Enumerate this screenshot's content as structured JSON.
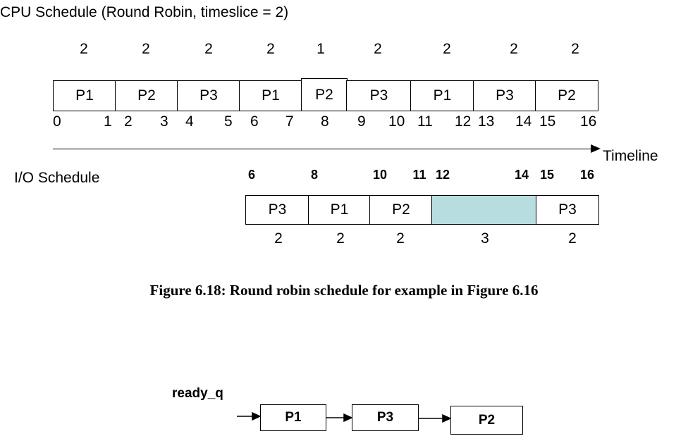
{
  "cpu": {
    "title": "CPU Schedule (Round Robin, timeslice = 2)",
    "durations": [
      "2",
      "2",
      "2",
      "2",
      "1",
      "2",
      "2",
      "2",
      "2"
    ],
    "slots": [
      "P1",
      "P2",
      "P3",
      "P1",
      "P2",
      "P3",
      "P1",
      "P3",
      "P2"
    ],
    "ticks": [
      "0",
      "1",
      "2",
      "3",
      "4",
      "5",
      "6",
      "7",
      "8",
      "9",
      "10",
      "11",
      "12",
      "13",
      "14",
      "15",
      "16"
    ]
  },
  "timeline": {
    "label": "Timeline"
  },
  "io": {
    "title": "I/O Schedule",
    "times": [
      "6",
      "8",
      "10",
      "11",
      "12",
      "14",
      "15",
      "16"
    ],
    "slots": [
      "P3",
      "P1",
      "P2",
      "",
      "P3"
    ],
    "durations": [
      "2",
      "2",
      "2",
      "3",
      "2"
    ],
    "idle_color": "#b7dde0"
  },
  "caption": "Figure 6.18: Round robin schedule for example in Figure 6.16",
  "ready_q": {
    "label": "ready_q",
    "nodes": [
      "P1",
      "P3",
      "P2"
    ]
  }
}
